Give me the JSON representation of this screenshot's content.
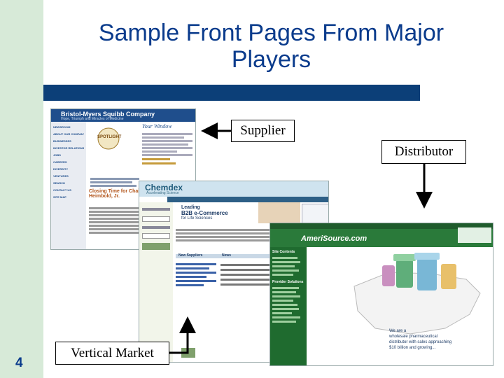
{
  "slide": {
    "title": "Sample Front Pages From Major Players",
    "page_number": "4",
    "labels": {
      "supplier": "Supplier",
      "distributor": "Distributor",
      "vertical_market": "Vertical Market"
    }
  },
  "screenshots": {
    "supplier_site": {
      "brand": "Bristol-Myers Squibb Company",
      "tagline": "Hope, Triumph and Miracles of Medicine",
      "window_title": "Your Window",
      "nav_items": [
        "NEWSROOM",
        "ABOUT OUR COMPANY",
        "BUSINESSES",
        "INVESTOR RELATIONS",
        "JOBS",
        "CAREERS",
        "DIVERSITY",
        "VENTURES",
        "SEARCH",
        "CONTACT US",
        "SITE MAP"
      ],
      "headline": "Closing Time for Chairman Charles A. Heimbold, Jr.",
      "spotlight": "SPOTLIGHT"
    },
    "vertical_site": {
      "brand": "Chemdex",
      "tagline": "Accelerating Science",
      "banner_line1": "Leading",
      "banner_line2": "B2B e-Commerce",
      "banner_line3": "for Life Sciences",
      "section_new_suppliers": "New Suppliers",
      "section_news": "News"
    },
    "distributor_site": {
      "brand": "AmeriSource.com",
      "sidebar_heading_1": "Site Contents",
      "sidebar_heading_2": "Provider Solutions",
      "caption_1": "We are a",
      "caption_2": "wholesale pharmaceutical",
      "caption_3": "distributor with sales approaching",
      "caption_4": "$10 billion and growing..."
    }
  }
}
